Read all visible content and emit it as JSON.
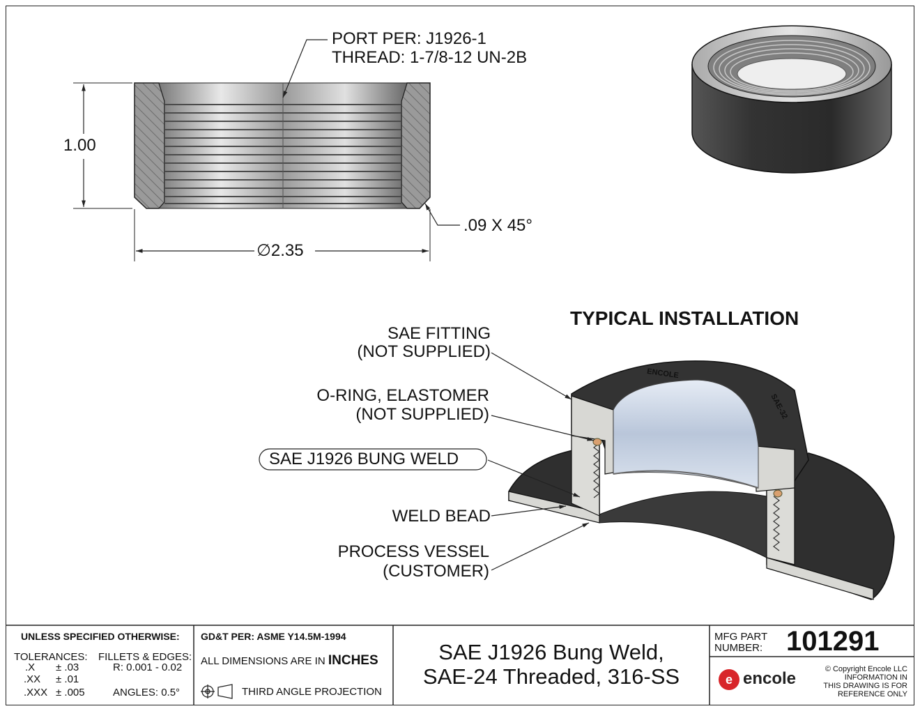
{
  "drawing": {
    "port_callout_line1": "PORT PER:  J1926-1",
    "port_callout_line2": "THREAD:      1-7/8-12 UN-2B",
    "height_dim": "1.00",
    "diameter_symbol": "∅",
    "diameter_dim": "2.35",
    "chamfer_dim": ".09 X 45°"
  },
  "installation": {
    "title": "TYPICAL INSTALLATION",
    "labels": [
      [
        "SAE FITTING",
        "(NOT SUPPLIED)"
      ],
      [
        "O-RING, ELASTOMER",
        "(NOT SUPPLIED)"
      ],
      [
        "SAE J1926 BUNG WELD"
      ],
      [
        "WELD BEAD"
      ],
      [
        "PROCESS VESSEL",
        "(CUSTOMER)"
      ]
    ],
    "fitting_brand": "ENCOLE",
    "fitting_size": "SAE-32"
  },
  "title_block": {
    "unless_specified": "UNLESS SPECIFIED OTHERWISE:",
    "tolerances_label": "TOLERANCES:",
    "tol_x": ".X",
    "tol_x_val": "± .03",
    "tol_xx": ".XX",
    "tol_xx_val": "± .01",
    "tol_xxx": ".XXX",
    "tol_xxx_val": "± .005",
    "fillets_label": "FILLETS & EDGES:",
    "fillets_val": "R: 0.001 - 0.02",
    "angles": "ANGLES:  0.5°",
    "gdt": "GD&T PER: ASME Y14.5M-1994",
    "dims_prefix": "ALL DIMENSIONS ARE IN",
    "dims_unit": "INCHES",
    "projection": "THIRD ANGLE PROJECTION",
    "title_line1": "SAE J1926 Bung Weld,",
    "title_line2": "SAE-24 Threaded, 316-SS",
    "mfg_part_label1": "MFG PART",
    "mfg_part_label2": "NUMBER:",
    "part_number": "101291",
    "logo_text": "encole",
    "copyright1": "© Copyright Encole LLC",
    "copyright2": "INFORMATION IN",
    "copyright3": "THIS DRAWING IS FOR",
    "copyright4": "REFERENCE ONLY"
  },
  "colors": {
    "steel_dark": "#3a3a3a",
    "steel_light": "#d8d8d4",
    "thread": "#8a8a8a",
    "oring": "#d9a070",
    "bore": "#b8c6d8"
  }
}
